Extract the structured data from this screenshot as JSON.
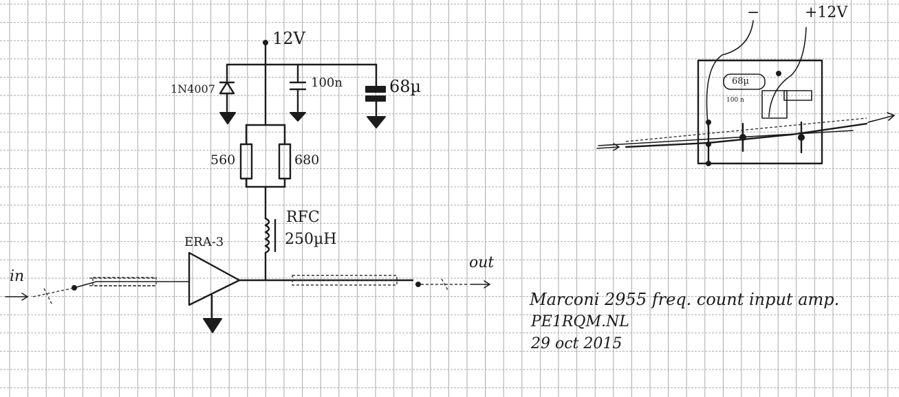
{
  "grid": {
    "color": "#a9a9a9",
    "background": "#ffffff"
  },
  "ink_color": "#1b1b1b",
  "schematic": {
    "supply_label": "12V",
    "diode_label": "1N4007",
    "cap1_label": "100n",
    "cap2_label": "68µ",
    "resistor1_label": "560",
    "resistor2_label": "680",
    "choke_label": "RFC",
    "choke_value": "250µH",
    "amp_label": "ERA-3",
    "input_label": "in",
    "output_label": "out"
  },
  "board_sketch": {
    "minus_label": "−",
    "plus_label": "+12V",
    "cap_label": "68µ",
    "small_cap_label": "100 n"
  },
  "notes": {
    "line1": "Marconi 2955 freq. count input amp.",
    "line2": "PE1RQM.NL",
    "line3": "29 oct 2015"
  }
}
